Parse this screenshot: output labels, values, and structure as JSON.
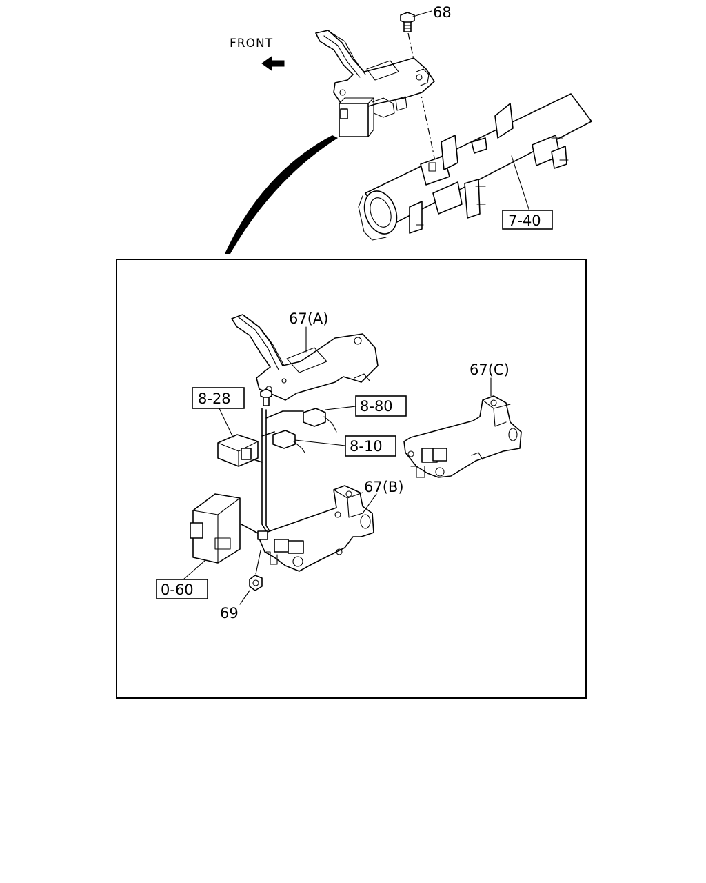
{
  "direction_label": "FRONT",
  "callouts": {
    "bolt": "68",
    "crossmember_ref": "7-40",
    "bracket_a": "67(A)",
    "bracket_b": "67(B)",
    "bracket_c": "67(C)",
    "relay_ref": "8-28",
    "switch_ref_upper": "8-80",
    "switch_ref_lower": "8-10",
    "control_unit_ref": "0-60",
    "nut": "69"
  },
  "icons": {
    "front_arrow": "arrow-left-icon",
    "leader_arc": "curved-pointer-icon"
  }
}
